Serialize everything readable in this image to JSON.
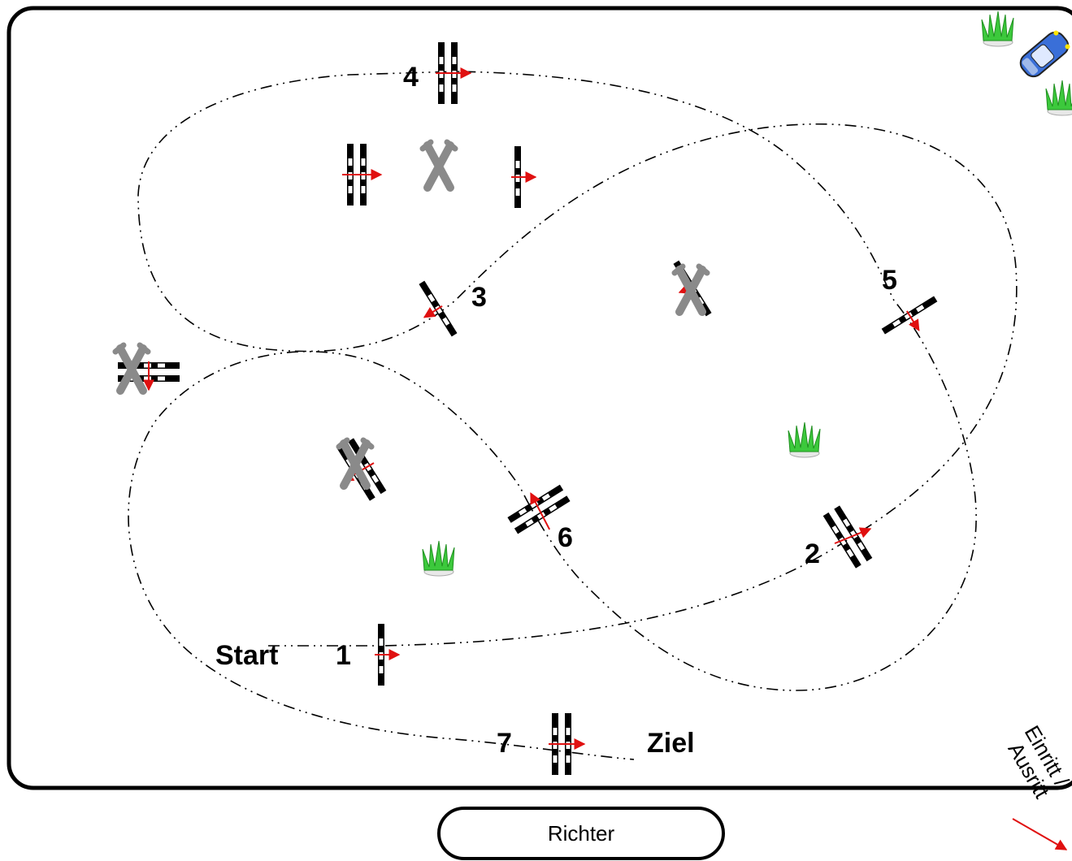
{
  "labels": {
    "start": "Start",
    "finish": "Ziel",
    "judge": "Richter",
    "entrance_line1": "Einritt /",
    "entrance_line2": "Ausritt"
  },
  "obstacles": [
    {
      "number": "1"
    },
    {
      "number": "2"
    },
    {
      "number": "3"
    },
    {
      "number": "4"
    },
    {
      "number": "5"
    },
    {
      "number": "6"
    },
    {
      "number": "7"
    }
  ],
  "colors": {
    "arena_border": "#000000",
    "direction_arrow": "#e01010",
    "cross_rail": "#8a8a8a",
    "plant": "#3cc93c",
    "car": "#3a6fd8"
  }
}
